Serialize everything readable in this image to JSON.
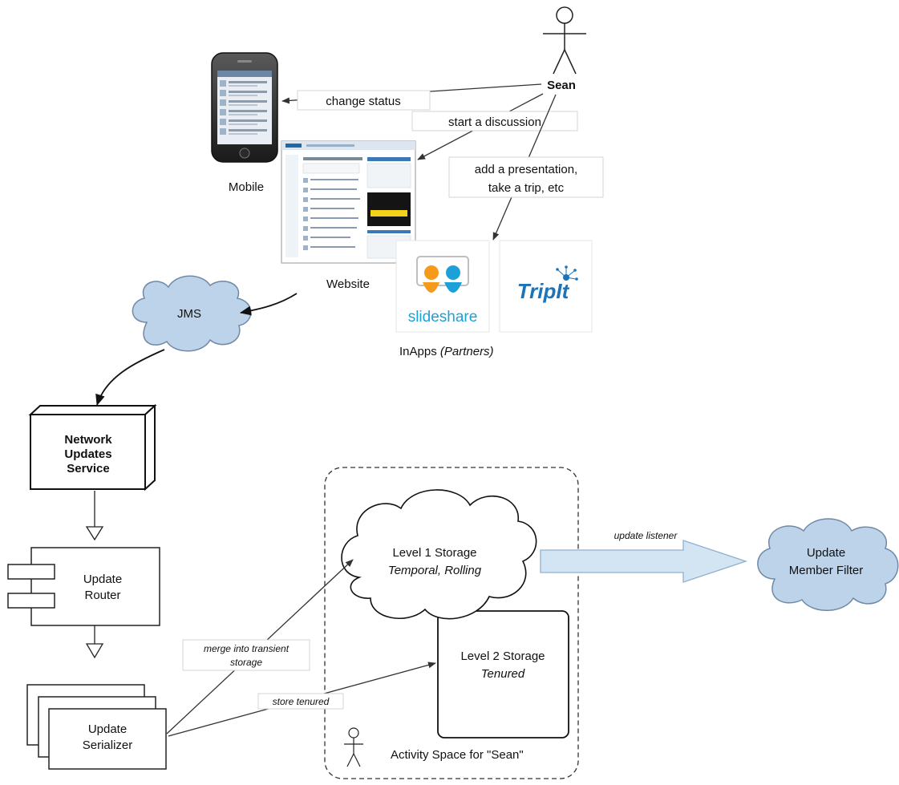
{
  "actor": {
    "name": "Sean"
  },
  "edges": {
    "change_status": "change status",
    "start_discussion": "start a discussion",
    "add_presentation_l1": "add a presentation,",
    "add_presentation_l2": "take a trip, etc",
    "update_listener": "update listener",
    "merge_l1": "merge into transient",
    "merge_l2": "storage",
    "store_tenured": "store tenured"
  },
  "nodes": {
    "mobile": "Mobile",
    "website": "Website",
    "inapps": "InApps ",
    "inapps_partners": "(Partners)",
    "jms": "JMS",
    "service_l1": "Network",
    "service_l2": "Updates",
    "service_l3": "Service",
    "router_l1": "Update",
    "router_l2": "Router",
    "serializer_l1": "Update",
    "serializer_l2": "Serializer",
    "level1_l1": "Level 1 Storage",
    "level1_l2": "Temporal, Rolling",
    "level2_l1": "Level 2 Storage",
    "level2_l2": "Tenured",
    "member_filter_l1": "Update",
    "member_filter_l2": "Member Filter",
    "activity_space": "Activity Space for \"Sean\""
  },
  "logos": {
    "slideshare": "slideshare",
    "tripit": "TripIt"
  },
  "colors": {
    "cloud_fill": "#bcd3ea",
    "cloud_stroke": "#6f89a6",
    "listener_arrow_fill": "#d3e4f3",
    "listener_arrow_stroke": "#8fb0cf",
    "slideshare_orange": "#f59a1b",
    "slideshare_blue": "#1ba1d8",
    "tripit_blue": "#1b73ba"
  }
}
